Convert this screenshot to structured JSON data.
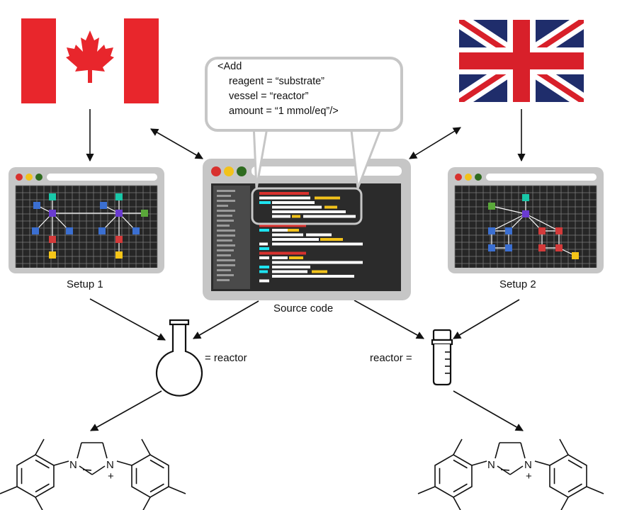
{
  "labels": {
    "setup1": "Setup 1",
    "setup2": "Setup 2",
    "source_code": "Source code",
    "flask_eq": "= reactor",
    "vial_eq": "reactor ="
  },
  "code_bubble": {
    "line1": "<Add",
    "line2": "reagent = “substrate”",
    "line3": "vessel = “reactor”",
    "line4": "amount = “1 mmol/eq”/>"
  },
  "molecule": {
    "n_label": "N",
    "charge": "+"
  },
  "icons": [
    "flag-canada-icon",
    "flag-uk-icon",
    "browser-window-icon",
    "round-bottom-flask-icon",
    "vial-icon",
    "imidazolinium-molecule-icon"
  ],
  "colors": {
    "canada_red": "#e8262c",
    "uk_blue": "#1f2d6b",
    "uk_red": "#d8202a",
    "window_frame": "#c6c6c6",
    "screen": "#2b2b2b",
    "dot_red": "#d8312e",
    "dot_yellow": "#f2c21b",
    "dot_green": "#2e6b1f",
    "node_purple": "#6a3bd1",
    "node_blue": "#3b6fd1",
    "node_teal": "#19c7a8",
    "node_red": "#d33a3a",
    "node_yellow": "#f5c518",
    "node_green": "#5aa83a",
    "code_red": "#d8312e",
    "code_cyan": "#1ee3f0",
    "code_yellow": "#f2c21b"
  }
}
